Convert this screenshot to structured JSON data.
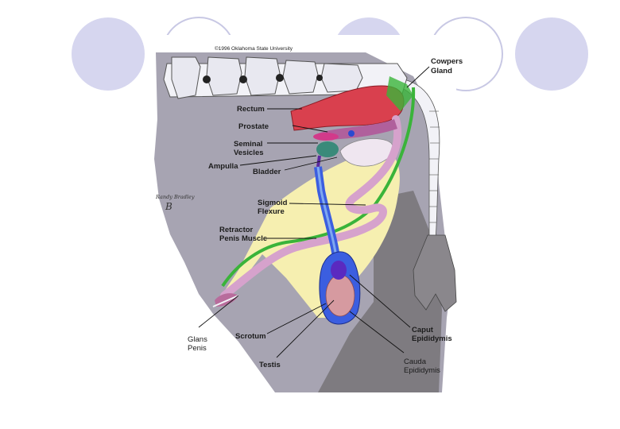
{
  "copyright": "©1996 Oklahoma State University",
  "signature": {
    "name": "Randy Bradley",
    "initial": "B"
  },
  "labels": {
    "cowpers": [
      "Cowpers",
      "Gland"
    ],
    "rectum": "Rectum",
    "prostate": "Prostate",
    "seminal": [
      "Seminal",
      "Vesicles"
    ],
    "ampulla": "Ampulla",
    "bladder": "Bladder",
    "sigmoid": [
      "Sigmoid",
      "Flexure"
    ],
    "retractor": [
      "Retractor",
      "Penis Muscle"
    ],
    "glans": [
      "Glans",
      "Penis"
    ],
    "scrotum": "Scrotum",
    "testis": "Testis",
    "caput": [
      "Caput",
      "Epididymis"
    ],
    "cauda": [
      "Cauda",
      "Epididymis"
    ]
  },
  "colors": {
    "slide_circle": "#d6d6ef",
    "body_gray": "#a7a4b2",
    "dark_gray": "#7e7b80",
    "bone": "#f2f2f7",
    "fat_yellow": "#f6efb0",
    "rectum_red": "#d9404e",
    "penis_pink": "#d6a2cc",
    "duct_blue": "#3b5ee0",
    "green_muscle": "#3ab43a"
  }
}
